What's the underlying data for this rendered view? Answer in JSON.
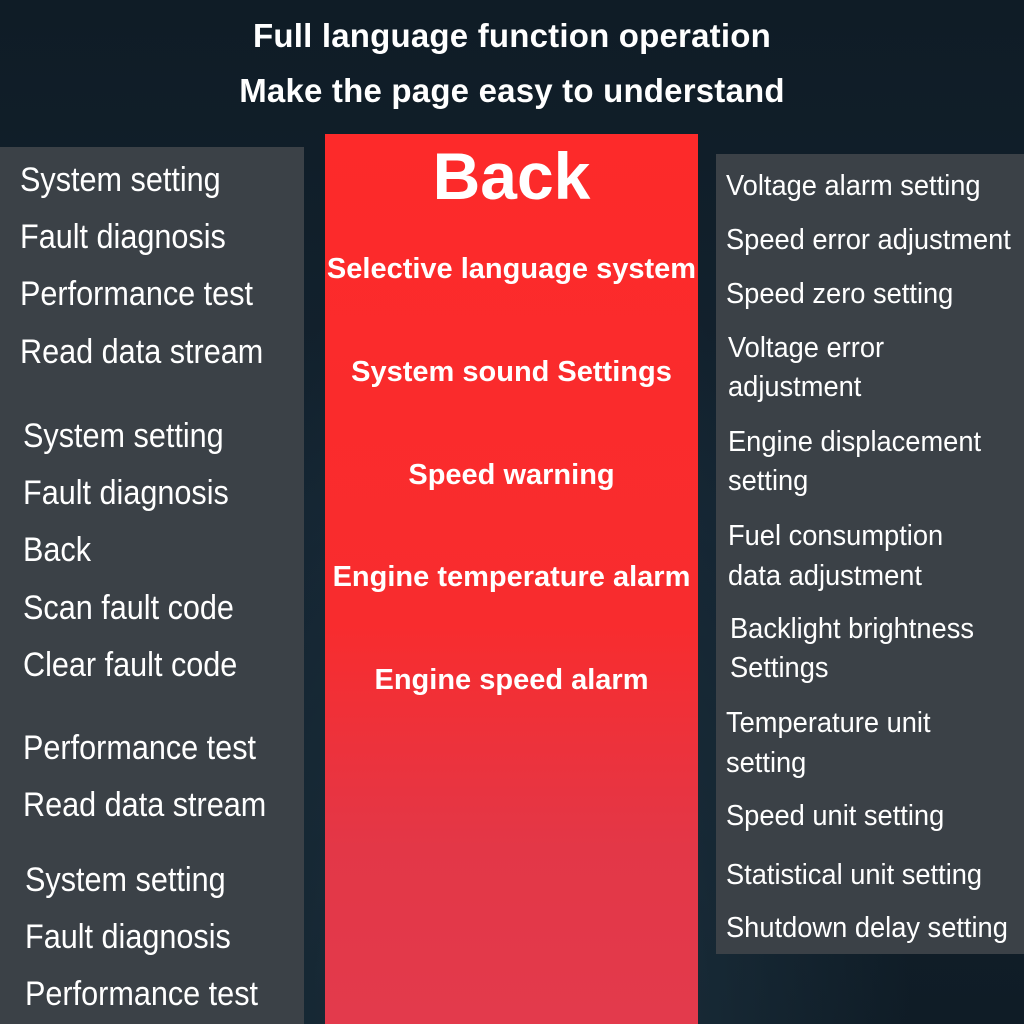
{
  "header": {
    "line1": "Full language function operation",
    "line2": "Make the page easy to understand"
  },
  "left_menu": {
    "items": [
      "System setting",
      "Fault diagnosis",
      "Performance test",
      "Read data stream",
      "System setting",
      "Fault diagnosis",
      "Back",
      "Scan fault code",
      "Clear fault code",
      "Performance test",
      "Read data stream",
      "System setting",
      "Fault diagnosis",
      "Performance test"
    ]
  },
  "center_menu": {
    "title": "Back",
    "items": [
      "Selective language system",
      "System sound Settings",
      "Speed warning",
      "Engine temperature alarm",
      "Engine speed alarm"
    ]
  },
  "right_menu": {
    "items": [
      "Voltage alarm setting",
      "Speed error adjustment",
      "Speed zero setting",
      "Voltage error",
      "adjustment",
      "Engine displacement",
      "setting",
      "Fuel consumption",
      "data adjustment",
      "Backlight brightness",
      "Settings",
      "Temperature unit",
      "setting",
      "Speed unit setting",
      "Statistical unit setting",
      "Shutdown delay setting"
    ]
  },
  "colors": {
    "background": "#0f1c26",
    "panel_gray": "#3b4147",
    "accent_red": "#fd2a2a",
    "text": "#ffffff"
  }
}
